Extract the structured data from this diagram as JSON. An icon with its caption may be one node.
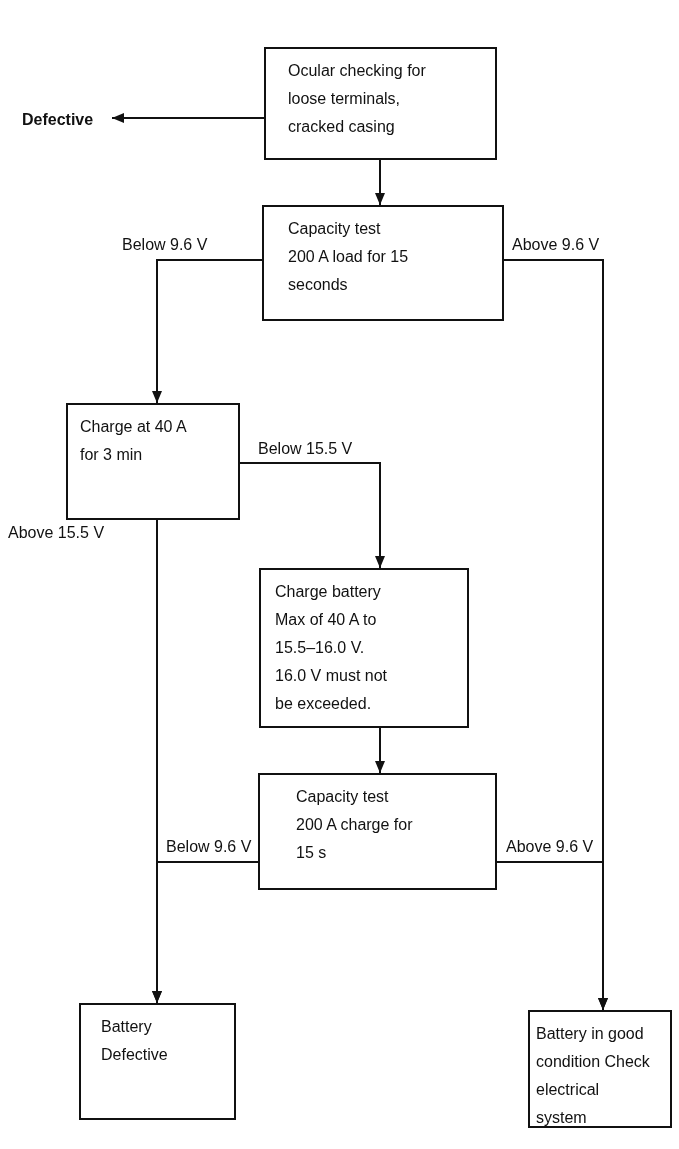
{
  "diagram": {
    "nodes": [
      {
        "text": [
          "Ocular checking for loose terminals, cracked casing"
        ]
      },
      {
        "text": [
          "Defective"
        ]
      },
      {
        "text": [
          "Capacity test 200 A load for 15 seconds"
        ]
      },
      {
        "text": [
          "Charge at 40 A for 3 min"
        ]
      },
      {
        "text": [
          "Charge battery Max of 40 A to 15.5–16.0 V. 16.0 V must not be exceeded."
        ]
      },
      {
        "text": [
          "Capacity test 200 A charge for 15 s"
        ]
      },
      {
        "text": [
          "Battery Defective"
        ]
      },
      {
        "text": [
          "Battery in good condition Check electrical system"
        ]
      }
    ],
    "edges": [
      {
        "from": 0,
        "to": 1,
        "arrow": "to"
      },
      {
        "from": 0,
        "to": 2,
        "arrow": "to"
      },
      {
        "from": 2,
        "to": 3,
        "arrow": "to",
        "label": "Below 9.6 V"
      },
      {
        "from": 2,
        "to": 7,
        "arrow": "to",
        "label": "Above 9.6 V"
      },
      {
        "from": 3,
        "to": 4,
        "arrow": "to",
        "label": "Below 15.5 V"
      },
      {
        "from": 3,
        "to": 6,
        "arrow": "to",
        "label": "Above 15.5 V"
      },
      {
        "from": 4,
        "to": 5,
        "arrow": "to"
      },
      {
        "from": 5,
        "to": 6,
        "arrow": "to",
        "label": "Below 9.6 V"
      },
      {
        "from": 5,
        "to": 7,
        "arrow": "to",
        "label": "Above 9.6 V"
      }
    ]
  }
}
